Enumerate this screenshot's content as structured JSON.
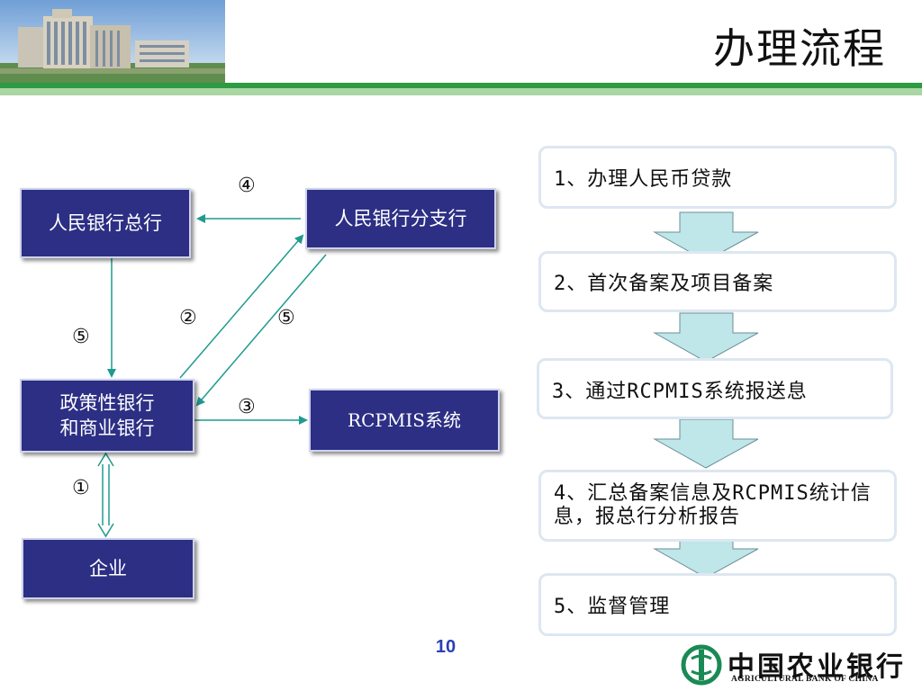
{
  "header": {
    "title": "办理流程"
  },
  "diagram": {
    "nodes": {
      "hq": "人民银行总行",
      "branch": "人民银行分支行",
      "policy_line1": "政策性银行",
      "policy_line2": "和商业银行",
      "rcpmis": "RCPMIS系统",
      "enterprise": "企业"
    },
    "labels": {
      "n1": "①",
      "n2": "②",
      "n3": "③",
      "n4": "④",
      "n5_left": "⑤",
      "n5_mid": "⑤"
    }
  },
  "steps": [
    "1、办理人民币贷款",
    "2、首次备案及项目备案",
    "3、通过RCPMIS系统报送息",
    "4、汇总备案信息及RCPMIS统计信息，报总行分析报告",
    "5、监督管理"
  ],
  "footer": {
    "page_number": "10",
    "logo_cn": "中国农业银行",
    "logo_en": "AGRICULTURAL BANK OF CHINA"
  },
  "colors": {
    "box_fill": "#2c2f84",
    "connector": "#1f9a8f",
    "down_arrow": "#bfe6e8",
    "header_green": "#2e9a43"
  }
}
